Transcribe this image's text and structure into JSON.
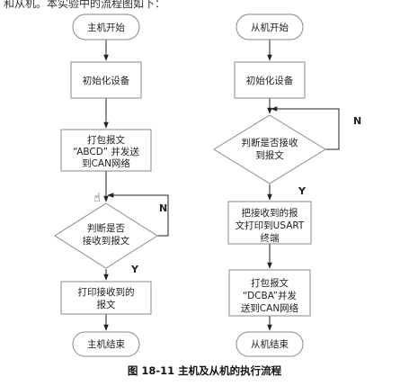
{
  "intro_text": "和从机。本实验中的流程图如下：",
  "host": {
    "start": "主机开始",
    "init": "初始化设备",
    "pack_lines": [
      "打包报文",
      "“ABCD” 并发送",
      "到CAN网络"
    ],
    "decision_lines": [
      "判断是否",
      "接收到报文"
    ],
    "no_label": "N",
    "yes_label": "Y",
    "print_lines": [
      "打印接收到的",
      "报文"
    ],
    "end": "主机结束"
  },
  "slave": {
    "start": "从机开始",
    "init": "初始化设备",
    "decision_lines": [
      "判断是否接收",
      "到报文"
    ],
    "no_label": "N",
    "yes_label": "Y",
    "print_lines": [
      "把接收到的报",
      "文打印到USART",
      "终端"
    ],
    "pack_lines": [
      "打包报文",
      "“DCBA”并发",
      "送到CAN网络"
    ],
    "end": "从机结束"
  },
  "caption": "图 18-11 主机及从机的执行流程"
}
